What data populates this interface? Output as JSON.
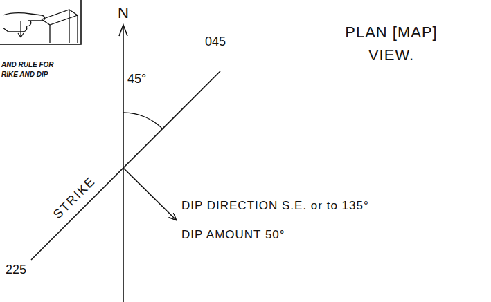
{
  "diagram": {
    "title": "PLAN [MAP] VIEW.",
    "labels": [
      "N",
      "045",
      "45°",
      "STRIKE",
      "DIP DIRECTION S.E. or to 135°",
      "DIP AMOUNT 50°",
      "225",
      "AND RULE FOR",
      "RIKE AND DIP"
    ]
  }
}
